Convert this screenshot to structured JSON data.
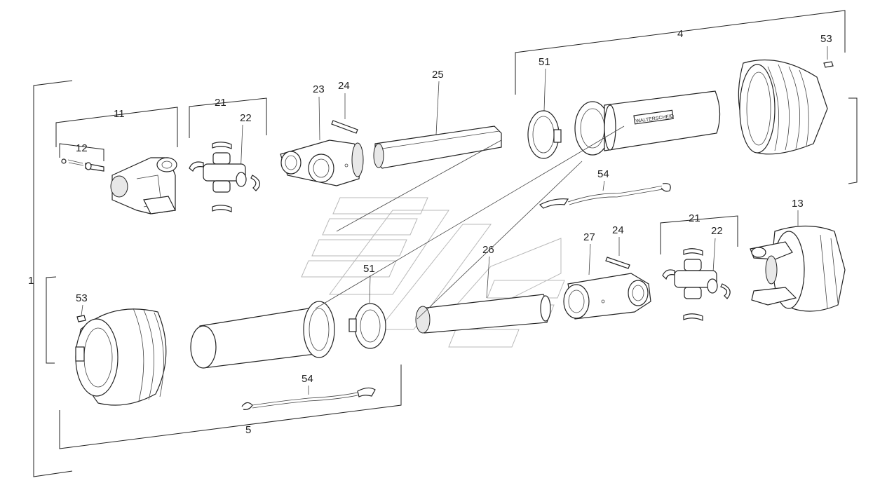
{
  "callouts": {
    "c4": "4",
    "c53a": "53",
    "c51a": "51",
    "c25": "25",
    "c24a": "24",
    "c23": "23",
    "c21a": "21",
    "c22a": "22",
    "c11": "11",
    "c12": "12",
    "c54a": "54",
    "c13": "13",
    "c21b": "21",
    "c22b": "22",
    "c24b": "24",
    "c27": "27",
    "c26": "26",
    "c51b": "51",
    "c53b": "53",
    "c54b": "54",
    "c5": "5",
    "c1": "1"
  },
  "tube_brand": "WALTERSCHEID"
}
